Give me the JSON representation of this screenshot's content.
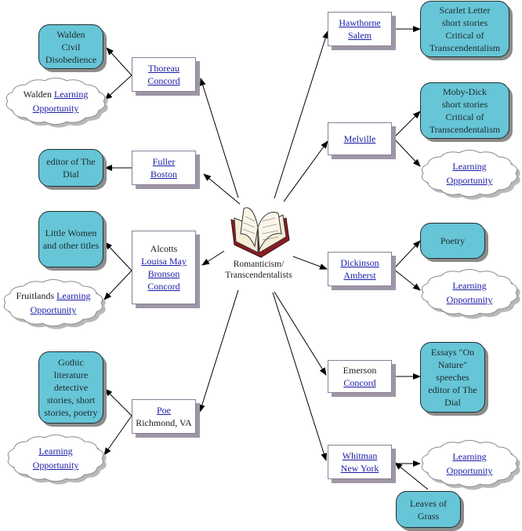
{
  "center": {
    "title_line1": "Romanticism/",
    "title_line2": "Transcendentalists",
    "icon": "open-book-icon"
  },
  "authors": {
    "thoreau": {
      "lines": [
        {
          "text": "Thoreau",
          "link": true
        },
        {
          "text": "Concord",
          "link": true
        }
      ]
    },
    "fuller": {
      "lines": [
        {
          "text": "Fuller",
          "link": true
        },
        {
          "text": "Boston",
          "link": true
        }
      ]
    },
    "alcotts": {
      "lines": [
        {
          "text": "Alcotts",
          "link": false
        },
        {
          "text": "Louisa May",
          "link": true
        },
        {
          "text": "Bronson",
          "link": true
        },
        {
          "text": "Concord",
          "link": true
        }
      ]
    },
    "poe": {
      "lines": [
        {
          "text": "Poe",
          "link": true
        },
        {
          "text": "Richmond, VA",
          "link": false
        }
      ]
    },
    "hawthorne": {
      "lines": [
        {
          "text": "Hawthorne",
          "link": true
        },
        {
          "text": "Salem",
          "link": true
        }
      ]
    },
    "melville": {
      "lines": [
        {
          "text": "Melville",
          "link": true
        }
      ]
    },
    "dickinson": {
      "lines": [
        {
          "text": "Dickinson",
          "link": true
        },
        {
          "text": "Amherst",
          "link": true
        }
      ]
    },
    "emerson": {
      "lines": [
        {
          "text": "Emerson",
          "link": false
        },
        {
          "text": "Concord",
          "link": true
        }
      ]
    },
    "whitman": {
      "lines": [
        {
          "text": "Whitman",
          "link": true
        },
        {
          "text": "New York",
          "link": true
        }
      ]
    }
  },
  "works": {
    "thoreau": [
      "Walden",
      "Civil",
      "Disobedience"
    ],
    "fuller": [
      "editor of The",
      "Dial"
    ],
    "alcotts": [
      "Little Women",
      "and other titles"
    ],
    "poe": [
      "Gothic",
      "literature",
      "detective",
      "stories, short",
      "stories, poetry"
    ],
    "hawthorne": [
      "Scarlet Letter",
      "short stories",
      "Critical of",
      "Transcendentalism"
    ],
    "melville": [
      "Moby-Dick",
      "short stories",
      "Critical of",
      "Transcendentalism"
    ],
    "dickinson": [
      "Poetry"
    ],
    "emerson": [
      "Essays \"On",
      "Nature\"",
      "speeches",
      "editor of The",
      "Dial"
    ],
    "whitman": [
      "Leaves of",
      "Grass"
    ]
  },
  "clouds": {
    "thoreau": {
      "prefix": "Walden",
      "link1": "Learning",
      "link2": "Opportunity"
    },
    "alcotts": {
      "prefix": "Fruitlands",
      "link1": "Learning",
      "link2": "Opportunity"
    },
    "poe": {
      "prefix": "",
      "link1": "Learning",
      "link2": "Opportunity"
    },
    "melville": {
      "prefix": "",
      "link1": "Learning",
      "link2": "Opportunity"
    },
    "dickinson": {
      "prefix": "",
      "link1": "Learning",
      "link2": "Opportunity"
    },
    "whitman": {
      "prefix": "",
      "link1": "Learning",
      "link2": "Opportunity"
    }
  },
  "colors": {
    "work_fill": "#66c5d6",
    "link": "#1a1aa6",
    "book_cover": "#8b1c23"
  }
}
